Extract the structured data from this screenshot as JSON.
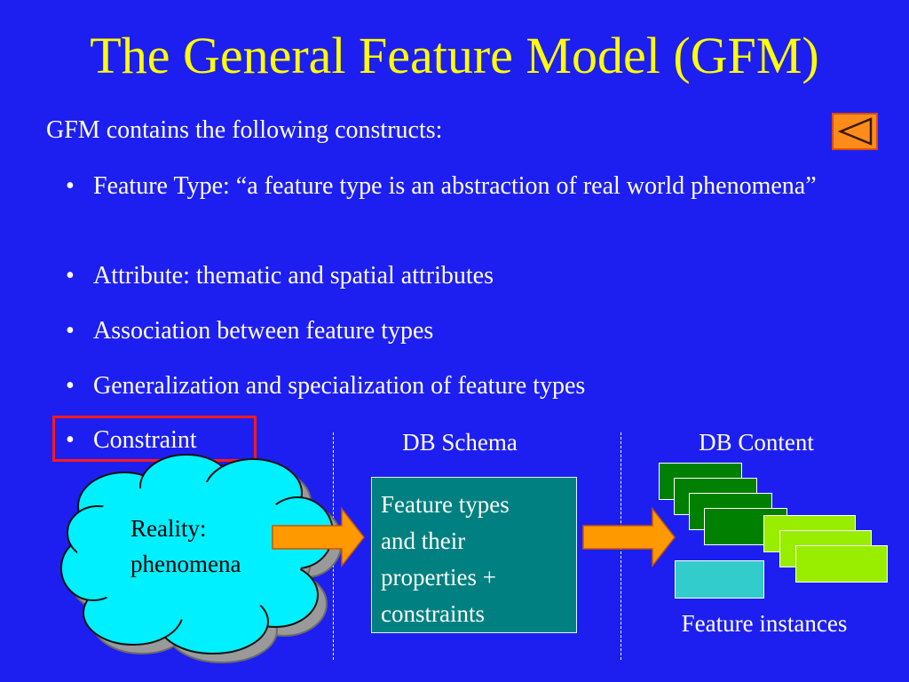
{
  "slide": {
    "title": "The General Feature Model (GFM)",
    "intro": "GFM contains the following constructs:",
    "bullet_char": "•",
    "bullets": [
      "Feature Type: “a feature type is an abstraction of real world phenomena”",
      "Attribute: thematic and spatial attributes",
      "Association between feature types",
      "Generalization and specialization of feature types",
      "Constraint"
    ]
  },
  "diagram": {
    "schema_heading": "DB Schema",
    "content_heading": "DB Content",
    "cloud_text": "Reality:\nphenomena",
    "schema_box_text": "Feature types\nand their\nproperties +\nconstraints",
    "instances_label": "Feature instances"
  },
  "colors": {
    "background": "#1d1ff0",
    "title": "#ffff00",
    "cloud": "#00f0ff",
    "schema_box": "#008080",
    "arrow": "#ff9900",
    "dark_green": "#008000",
    "light_green": "#99ee00",
    "teal_light": "#33cccc",
    "highlight": "#ff1a1a"
  },
  "icons": {
    "back_button": "triangle-left-icon"
  }
}
